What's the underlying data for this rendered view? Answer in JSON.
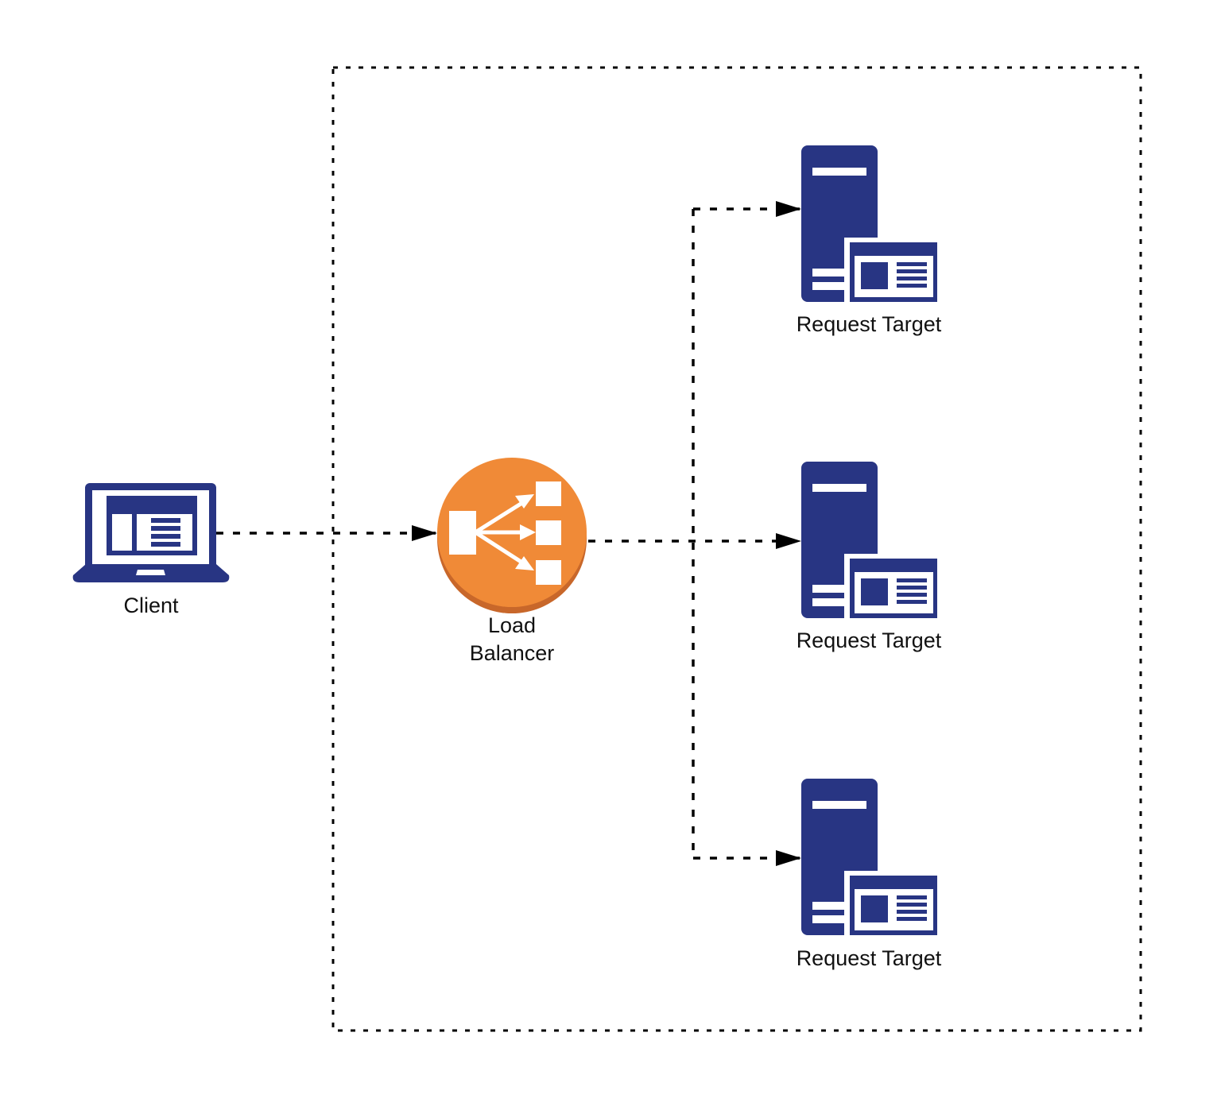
{
  "colors": {
    "navy": "#283583",
    "orange": "#F08A37",
    "orange_shadow": "#C8672A",
    "connector": "#000000",
    "boundary": "#000000",
    "background": "#FFFFFF"
  },
  "nodes": {
    "client": {
      "label": "Client",
      "icon": "laptop-icon"
    },
    "load_balancer": {
      "label_line1": "Load",
      "label_line2": "Balancer",
      "icon": "load-balancer-icon"
    },
    "targets": [
      {
        "label": "Request Target",
        "icon": "server-icon"
      },
      {
        "label": "Request Target",
        "icon": "server-icon"
      },
      {
        "label": "Request Target",
        "icon": "server-icon"
      }
    ]
  },
  "edges": [
    {
      "from": "client",
      "to": "load_balancer",
      "style": "dashed",
      "arrow": "end"
    },
    {
      "from": "load_balancer",
      "to": "target-1",
      "style": "dashed",
      "arrow": "end"
    },
    {
      "from": "load_balancer",
      "to": "target-2",
      "style": "dashed",
      "arrow": "end"
    },
    {
      "from": "load_balancer",
      "to": "target-3",
      "style": "dashed",
      "arrow": "end"
    }
  ],
  "boundary": {
    "style": "dotted"
  }
}
